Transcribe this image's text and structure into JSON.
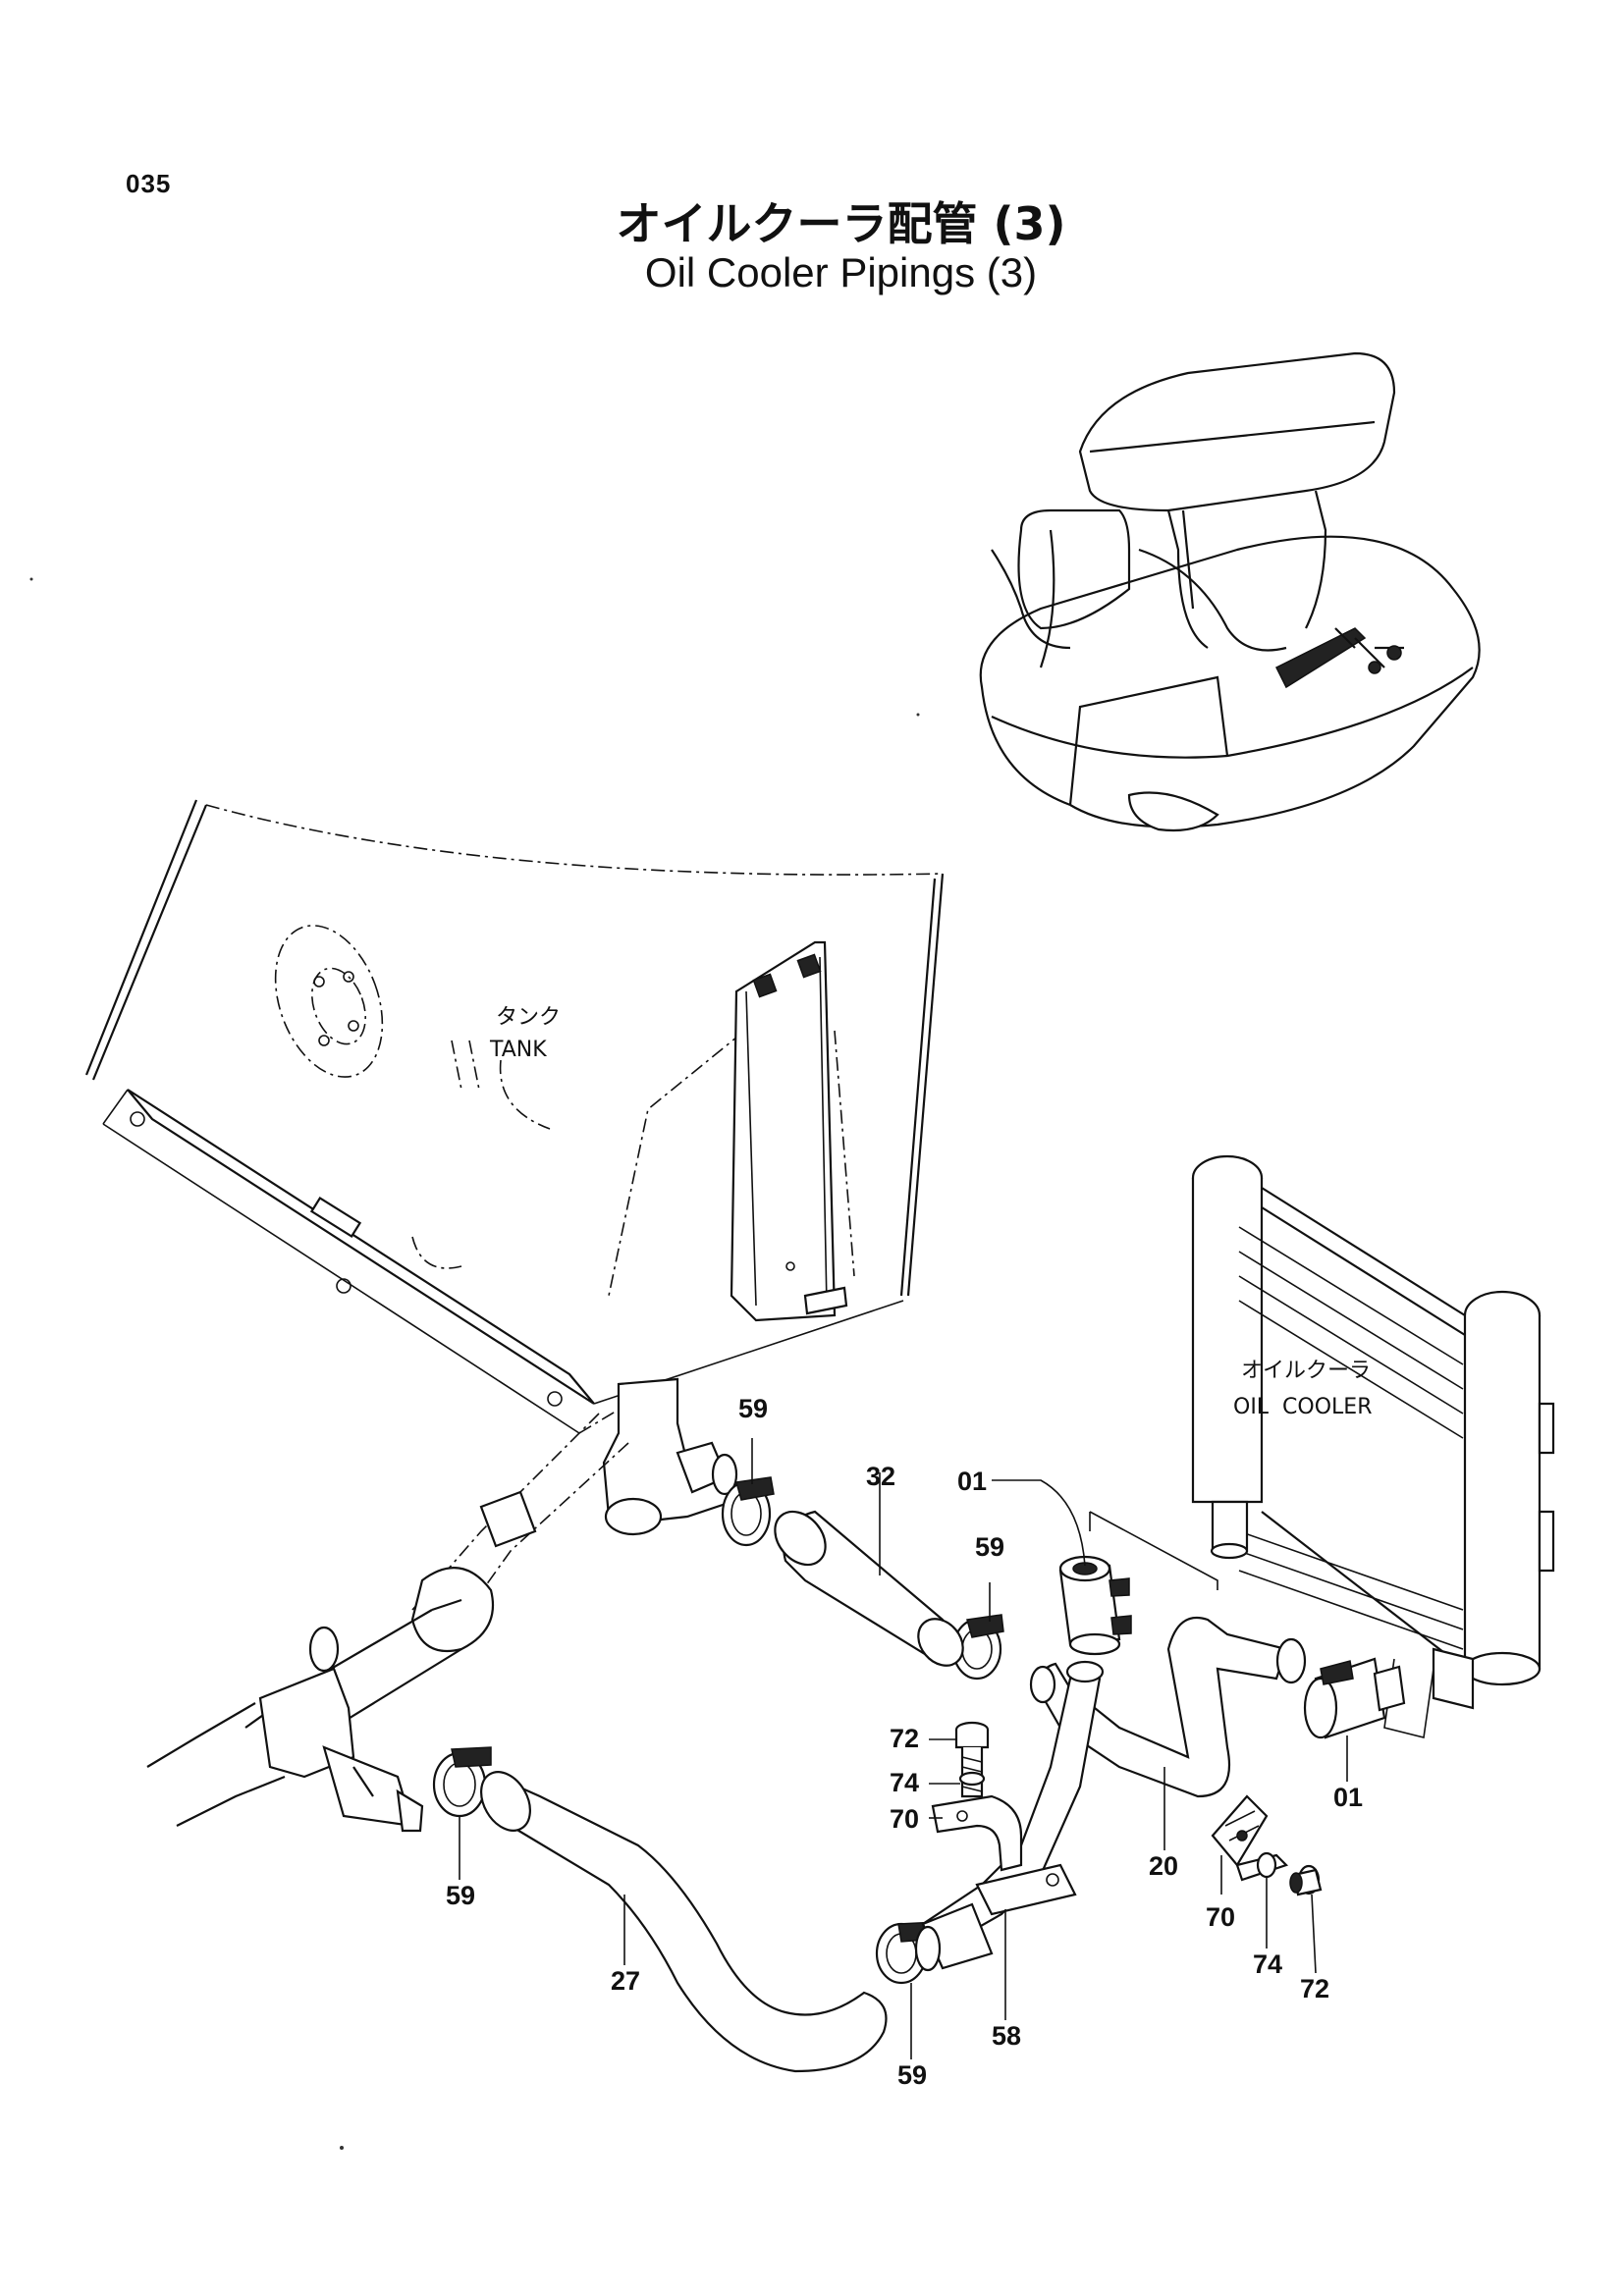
{
  "page_number": "035",
  "title_jp": "オイルクーラ配管 (3)",
  "title_en": "Oil Cooler Pipings (3)",
  "tank_label_jp": "タンク",
  "tank_label_en": "TANK",
  "cooler_label_jp": "オイルクーラ",
  "cooler_label_en": "OIL  COOLER",
  "callouts": {
    "c59a": "59",
    "c32": "32",
    "c01a": "01",
    "c59b": "59",
    "c72a": "72",
    "c74a": "74",
    "c70a": "70",
    "c01b": "01",
    "c20": "20",
    "c70b": "70",
    "c74b": "74",
    "c72b": "72",
    "c59c": "59",
    "c27": "27",
    "c58": "58",
    "c59d": "59"
  }
}
